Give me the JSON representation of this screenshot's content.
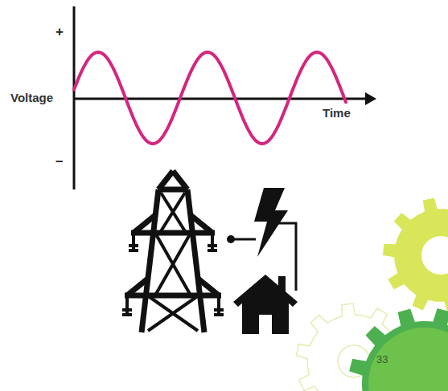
{
  "diagram": {
    "labels": [
      "+",
      "Voltage",
      "–",
      "Time",
      "33"
    ]
  }
}
